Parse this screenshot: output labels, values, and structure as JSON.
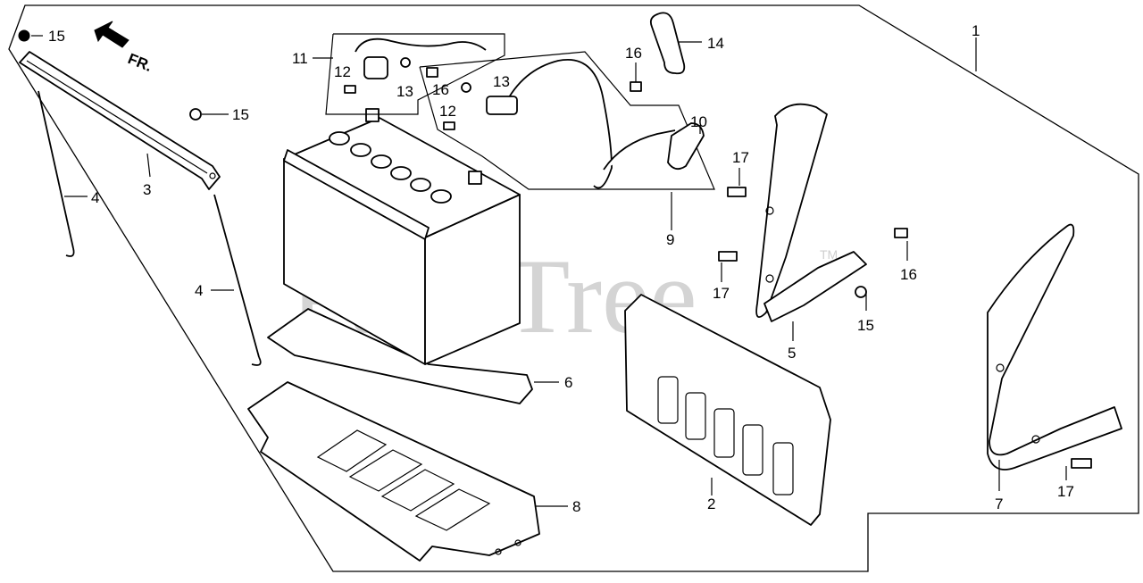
{
  "diagram": {
    "watermark": "PartsTree",
    "trademark": "TM",
    "direction_label": "FR.",
    "callouts": {
      "c1": "1",
      "c2": "2",
      "c3": "3",
      "c4a": "4",
      "c4b": "4",
      "c5": "5",
      "c6": "6",
      "c7": "7",
      "c8": "8",
      "c9": "9",
      "c10": "10",
      "c11": "11",
      "c12a": "12",
      "c12b": "12",
      "c13a": "13",
      "c13b": "13",
      "c14": "14",
      "c15a": "15",
      "c15b": "15",
      "c15c": "15",
      "c16a": "16",
      "c16b": "16",
      "c16c": "16",
      "c17a": "17",
      "c17b": "17",
      "c17c": "17"
    }
  }
}
